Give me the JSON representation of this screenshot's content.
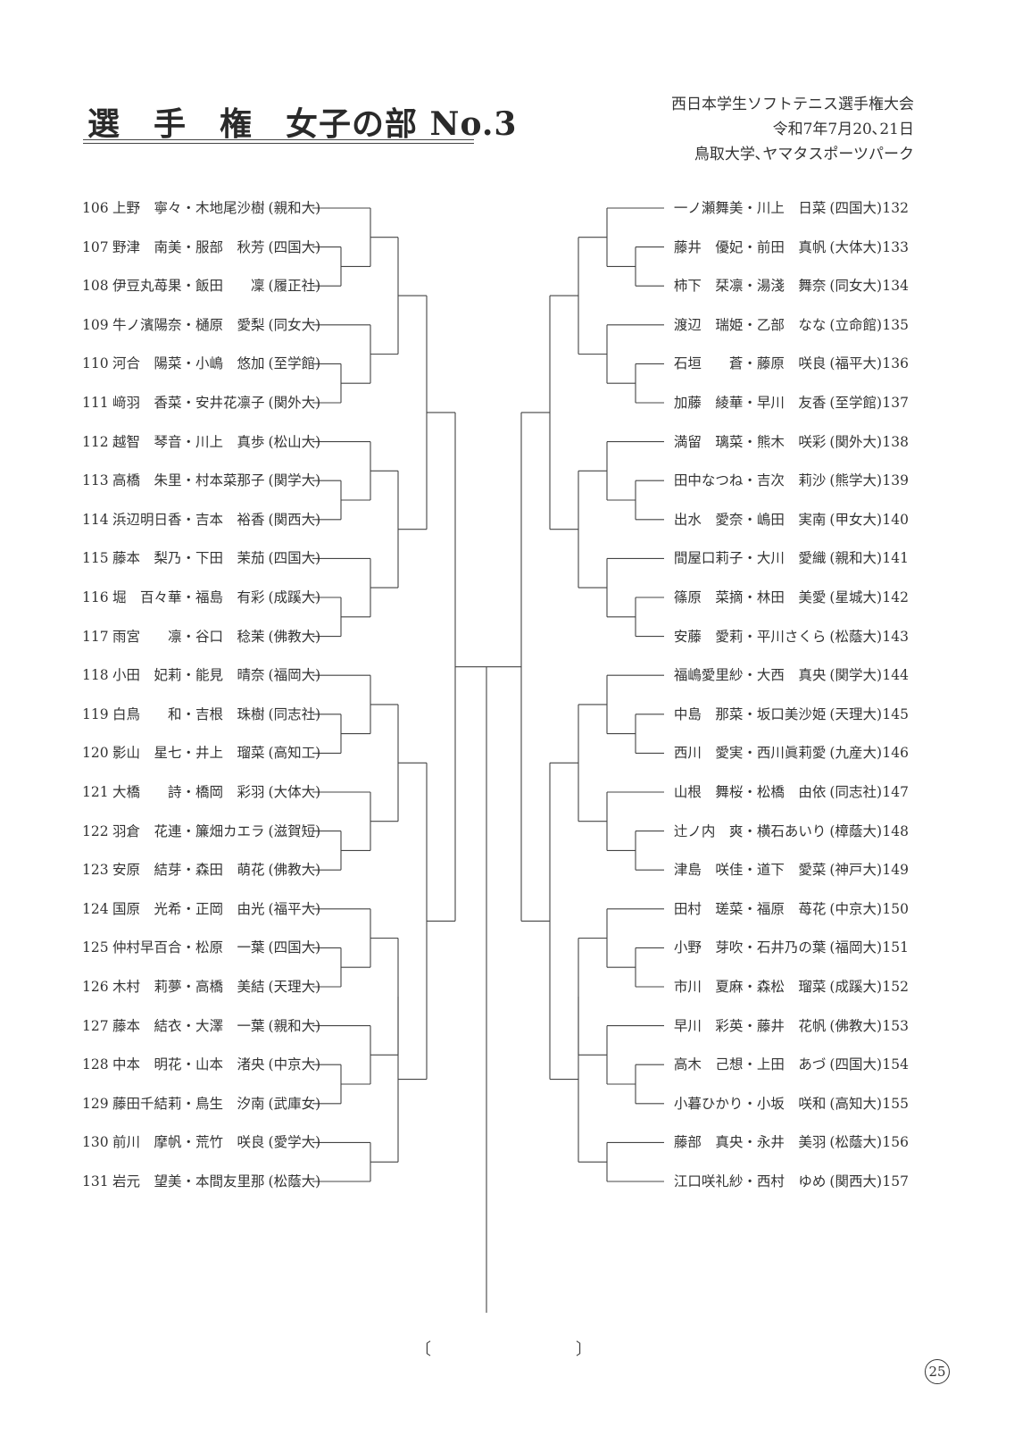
{
  "header": {
    "title": "選　手　権　女子の部 No.3",
    "event": "西日本学生ソフトテニス選手権大会",
    "date": "令和7年7月20､21日",
    "venue": "鳥取大学､ヤマタスポーツパーク"
  },
  "left_entries": [
    {
      "num": "106",
      "names": "上野　寧々・木地尾沙樹",
      "school": "(親和大)"
    },
    {
      "num": "107",
      "names": "野津　南美・服部　秋芳",
      "school": "(四国大)"
    },
    {
      "num": "108",
      "names": "伊豆丸苺果・飯田　　凜",
      "school": "(履正社)"
    },
    {
      "num": "109",
      "names": "牛ノ濱陽奈・樋原　愛梨",
      "school": "(同女大)"
    },
    {
      "num": "110",
      "names": "河合　陽菜・小嶋　悠加",
      "school": "(至学館)"
    },
    {
      "num": "111",
      "names": "﨑羽　香菜・安井花凛子",
      "school": "(関外大)"
    },
    {
      "num": "112",
      "names": "越智　琴音・川上　真歩",
      "school": "(松山大)"
    },
    {
      "num": "113",
      "names": "高橋　朱里・村本菜那子",
      "school": "(関学大)"
    },
    {
      "num": "114",
      "names": "浜辺明日香・吉本　裕香",
      "school": "(関西大)"
    },
    {
      "num": "115",
      "names": "藤本　梨乃・下田　茉茄",
      "school": "(四国大)"
    },
    {
      "num": "116",
      "names": "堀　百々華・福島　有彩",
      "school": "(成蹊大)"
    },
    {
      "num": "117",
      "names": "雨宮　　凛・谷口　稔茉",
      "school": "(佛教大)"
    },
    {
      "num": "118",
      "names": "小田　妃莉・能見　晴奈",
      "school": "(福岡大)"
    },
    {
      "num": "119",
      "names": "白鳥　　和・吉根　珠樹",
      "school": "(同志社)"
    },
    {
      "num": "120",
      "names": "影山　星七・井上　瑠菜",
      "school": "(高知工)"
    },
    {
      "num": "121",
      "names": "大橋　　詩・橋岡　彩羽",
      "school": "(大体大)"
    },
    {
      "num": "122",
      "names": "羽倉　花連・簾畑カエラ",
      "school": "(滋賀短)"
    },
    {
      "num": "123",
      "names": "安原　結芽・森田　萌花",
      "school": "(佛教大)"
    },
    {
      "num": "124",
      "names": "国原　光希・正岡　由光",
      "school": "(福平大)"
    },
    {
      "num": "125",
      "names": "仲村早百合・松原　一葉",
      "school": "(四国大)"
    },
    {
      "num": "126",
      "names": "木村　莉夢・高橋　美結",
      "school": "(天理大)"
    },
    {
      "num": "127",
      "names": "藤本　結衣・大澤　一葉",
      "school": "(親和大)"
    },
    {
      "num": "128",
      "names": "中本　明花・山本　渚央",
      "school": "(中京大)"
    },
    {
      "num": "129",
      "names": "藤田千結莉・鳥生　汐南",
      "school": "(武庫女)"
    },
    {
      "num": "130",
      "names": "前川　摩帆・荒竹　咲良",
      "school": "(愛学大)"
    },
    {
      "num": "131",
      "names": "岩元　望美・本間友里那",
      "school": "(松蔭大)"
    }
  ],
  "right_entries": [
    {
      "num": "132",
      "names": "一ノ瀬舞美・川上　日菜",
      "school": "(四国大)"
    },
    {
      "num": "133",
      "names": "藤井　優妃・前田　真帆",
      "school": "(大体大)"
    },
    {
      "num": "134",
      "names": "柿下　栞凛・湯淺　舞奈",
      "school": "(同女大)"
    },
    {
      "num": "135",
      "names": "渡辺　瑞姫・乙部　なな",
      "school": "(立命館)"
    },
    {
      "num": "136",
      "names": "石垣　　蒼・藤原　咲良",
      "school": "(福平大)"
    },
    {
      "num": "137",
      "names": "加藤　綾華・早川　友香",
      "school": "(至学館)"
    },
    {
      "num": "138",
      "names": "満留　璃菜・熊木　咲彩",
      "school": "(関外大)"
    },
    {
      "num": "139",
      "names": "田中なつね・吉次　莉沙",
      "school": "(熊学大)"
    },
    {
      "num": "140",
      "names": "出水　愛奈・嶋田　実南",
      "school": "(甲女大)"
    },
    {
      "num": "141",
      "names": "間屋口莉子・大川　愛織",
      "school": "(親和大)"
    },
    {
      "num": "142",
      "names": "篠原　菜摘・林田　美愛",
      "school": "(星城大)"
    },
    {
      "num": "143",
      "names": "安藤　愛莉・平川さくら",
      "school": "(松蔭大)"
    },
    {
      "num": "144",
      "names": "福嶋愛里紗・大西　真央",
      "school": "(関学大)"
    },
    {
      "num": "145",
      "names": "中島　那菜・坂口美沙姫",
      "school": "(天理大)"
    },
    {
      "num": "146",
      "names": "西川　愛実・西川眞莉愛",
      "school": "(九産大)"
    },
    {
      "num": "147",
      "names": "山根　舞桜・松橋　由依",
      "school": "(同志社)"
    },
    {
      "num": "148",
      "names": "辻ノ内　爽・横石あいり",
      "school": "(樟蔭大)"
    },
    {
      "num": "149",
      "names": "津島　咲佳・道下　愛菜",
      "school": "(神戸大)"
    },
    {
      "num": "150",
      "names": "田村　瑳菜・福原　苺花",
      "school": "(中京大)"
    },
    {
      "num": "151",
      "names": "小野　芽吹・石井乃の葉",
      "school": "(福岡大)"
    },
    {
      "num": "152",
      "names": "市川　夏麻・森松　瑠菜",
      "school": "(成蹊大)"
    },
    {
      "num": "153",
      "names": "早川　彩英・藤井　花帆",
      "school": "(佛教大)"
    },
    {
      "num": "154",
      "names": "高木　己想・上田　あづ",
      "school": "(四国大)"
    },
    {
      "num": "155",
      "names": "小暮ひかり・小坂　咲和",
      "school": "(高知大)"
    },
    {
      "num": "156",
      "names": "藤部　真央・永井　美羽",
      "school": "(松蔭大)"
    },
    {
      "num": "157",
      "names": "江口咲礼紗・西村　ゆめ",
      "school": "(関西大)"
    }
  ],
  "footer": {
    "bracket_open": "〔",
    "bracket_close": "〕",
    "page_number": "25"
  }
}
